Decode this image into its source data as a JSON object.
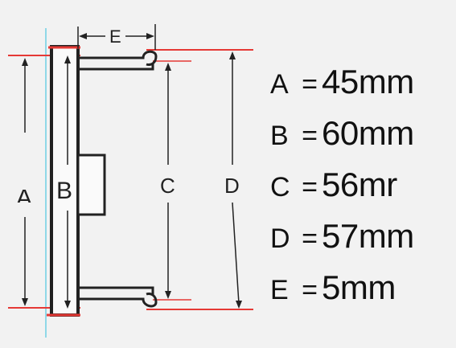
{
  "diagram": {
    "labels": {
      "a": "A",
      "b": "B",
      "c": "C",
      "d": "D",
      "e": "E"
    }
  },
  "specs": [
    {
      "letter": "A",
      "eq": "=",
      "value": "45mm"
    },
    {
      "letter": "B",
      "eq": "=",
      "value": "60mm"
    },
    {
      "letter": "C",
      "eq": "=",
      "value": "56mr"
    },
    {
      "letter": "D",
      "eq": "=",
      "value": "57mm"
    },
    {
      "letter": "E",
      "eq": "=",
      "value": "5mm"
    }
  ],
  "colors": {
    "outline": "#222222",
    "highlight": "#e53935",
    "guide": "#8fd8e8"
  }
}
